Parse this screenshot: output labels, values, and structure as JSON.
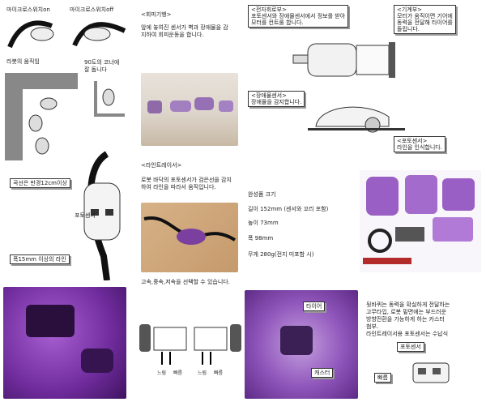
{
  "switch": {
    "on": "마이크로스위치on",
    "off": "마이크로스위치off"
  },
  "robot_motion": {
    "label": "라봇의 움직임",
    "corner_90": "90도의 코너에",
    "corner_90b": "잘 돕니다"
  },
  "avoid": {
    "title": "<회피기행>",
    "desc1": "앞에 놓여진 센서가 벽과 장애물을 감",
    "desc2": "지하여 회피운동을 합니다."
  },
  "line_trace": {
    "title": "<라인트레이서>",
    "desc1": "로봇 바닥의 포토센서가 검은선을 감지",
    "desc2": "하여 라인을 따라서 움직입니다.",
    "speed": "고속,중속,저속을 선택할 수 있습니다.",
    "curve": "곡선은 반경12cm이상",
    "width": "폭15mm 이상의 라인",
    "photosensor": "포토센서"
  },
  "spec": {
    "title": "완성품 크기",
    "length": "길이 152mm (센서와 꼬리 포함)",
    "height": "높이 73mm",
    "width": "폭 98mm",
    "weight": "무게 280g(전지 미포함 시)"
  },
  "callouts": {
    "electronic": [
      "<전자회로부>",
      "포토센서와 장애물센서에서 정보를 받아",
      "모터를 컨트롤 합니다."
    ],
    "gear": [
      "<기계부>",
      "모터가 움직이면 기어에",
      "동력을 전달해 타이어를",
      "돌립니다."
    ],
    "obstacle": [
      "<장애물센서>",
      "장애물을 감지합니다."
    ],
    "photo": [
      "<포토센서>",
      "라인을 인식합니다."
    ]
  },
  "drive": {
    "tire": "타이어",
    "caster": "캐스터",
    "photosensor": "포토센서",
    "fast": "빠름",
    "desc": [
      "뒷바퀴는 동력을 확실하게 전달하는",
      "고무타입, 로봇 밑면에는 부드러운",
      "방향전환을 가능하게 하는 카스터",
      "첨부.",
      "라인트레이서용 포토센서는 수납식"
    ]
  },
  "diagram": {
    "slow_left": "느림",
    "fast_left": "빠름",
    "slow_right": "느림",
    "fast_right": "빠름"
  },
  "colors": {
    "purple": "#7b3fa0",
    "light_purple": "#b48ad0",
    "floor": "#c9a47a"
  }
}
